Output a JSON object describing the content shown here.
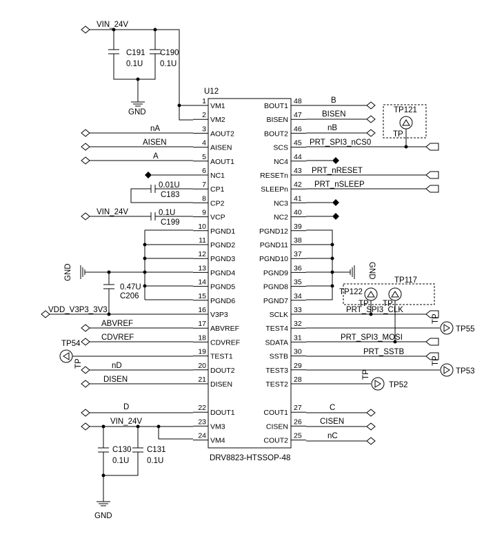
{
  "chip": {
    "ref": "U12",
    "part": "DRV8823-HTSSOP-48",
    "left_pins": [
      {
        "num": "1",
        "name": "VM1"
      },
      {
        "num": "2",
        "name": "VM2"
      },
      {
        "num": "3",
        "name": "AOUT2"
      },
      {
        "num": "4",
        "name": "AISEN"
      },
      {
        "num": "5",
        "name": "AOUT1"
      },
      {
        "num": "6",
        "name": "NC1"
      },
      {
        "num": "7",
        "name": "CP1"
      },
      {
        "num": "8",
        "name": "CP2"
      },
      {
        "num": "9",
        "name": "VCP"
      },
      {
        "num": "10",
        "name": "PGND1"
      },
      {
        "num": "11",
        "name": "PGND2"
      },
      {
        "num": "12",
        "name": "PGND3"
      },
      {
        "num": "13",
        "name": "PGND4"
      },
      {
        "num": "14",
        "name": "PGND5"
      },
      {
        "num": "15",
        "name": "PGND6"
      },
      {
        "num": "16",
        "name": "V3P3"
      },
      {
        "num": "17",
        "name": "ABVREF"
      },
      {
        "num": "18",
        "name": "CDVREF"
      },
      {
        "num": "19",
        "name": "TEST1"
      },
      {
        "num": "20",
        "name": "DOUT2"
      },
      {
        "num": "21",
        "name": "DISEN"
      },
      {
        "num": "22",
        "name": "DOUT1"
      },
      {
        "num": "23",
        "name": "VM3"
      },
      {
        "num": "24",
        "name": "VM4"
      }
    ],
    "right_pins": [
      {
        "num": "48",
        "name": "BOUT1"
      },
      {
        "num": "47",
        "name": "BISEN"
      },
      {
        "num": "46",
        "name": "BOUT2"
      },
      {
        "num": "45",
        "name": "SCS"
      },
      {
        "num": "44",
        "name": "NC4"
      },
      {
        "num": "43",
        "name": "RESETn"
      },
      {
        "num": "42",
        "name": "SLEEPn"
      },
      {
        "num": "41",
        "name": "NC3"
      },
      {
        "num": "40",
        "name": "NC2"
      },
      {
        "num": "39",
        "name": "PGND12"
      },
      {
        "num": "38",
        "name": "PGND11"
      },
      {
        "num": "37",
        "name": "PGND10"
      },
      {
        "num": "36",
        "name": "PGND9"
      },
      {
        "num": "35",
        "name": "PGND8"
      },
      {
        "num": "34",
        "name": "PGND7"
      },
      {
        "num": "33",
        "name": "SCLK"
      },
      {
        "num": "32",
        "name": "TEST4"
      },
      {
        "num": "31",
        "name": "SDATA"
      },
      {
        "num": "30",
        "name": "SSTB"
      },
      {
        "num": "29",
        "name": "TEST3"
      },
      {
        "num": "28",
        "name": "TEST2"
      },
      {
        "num": "27",
        "name": "COUT1"
      },
      {
        "num": "26",
        "name": "CISEN"
      },
      {
        "num": "25",
        "name": "COUT2"
      }
    ]
  },
  "nets": {
    "vin_top": "VIN_24V",
    "vin_vcp": "VIN_24V",
    "vin_bottom": "VIN_24V",
    "gnd": "GND",
    "vdd": "VDD_V3P3_3V3",
    "nA": "nA",
    "AISEN": "AISEN",
    "A": "A",
    "ABVREF": "ABVREF",
    "CDVREF": "CDVREF",
    "nD": "nD",
    "DISEN": "DISEN",
    "D": "D",
    "B": "B",
    "BISEN": "BISEN",
    "nB": "nB",
    "nCS0": "PRT_SPI3_nCS0",
    "nRESET": "PRT_nRESET",
    "nSLEEP": "PRT_nSLEEP",
    "CLK": "PRT_SPI3_CLK",
    "MOSI": "PRT_SPI3_MOSI",
    "SSTB": "PRT_SSTB",
    "C": "C",
    "CISEN": "CISEN",
    "nC": "nC"
  },
  "caps": {
    "c191": {
      "ref": "C191",
      "val": "0.1U"
    },
    "c190": {
      "ref": "C190",
      "val": "0.1U"
    },
    "c183": {
      "ref": "C183",
      "val": "0.01U"
    },
    "c199": {
      "ref": "C199",
      "val": "0.1U"
    },
    "c206": {
      "ref": "C206",
      "val": "0.47U"
    },
    "c130": {
      "ref": "C130",
      "val": "0.1U"
    },
    "c131": {
      "ref": "C131",
      "val": "0.1U"
    }
  },
  "tps": {
    "tp121": "TP121",
    "tp117": "TP117",
    "tp122": "TP122",
    "tp54": "TP54",
    "tp55": "TP55",
    "tp53": "TP53",
    "tp52": "TP52",
    "tp": "TP"
  }
}
